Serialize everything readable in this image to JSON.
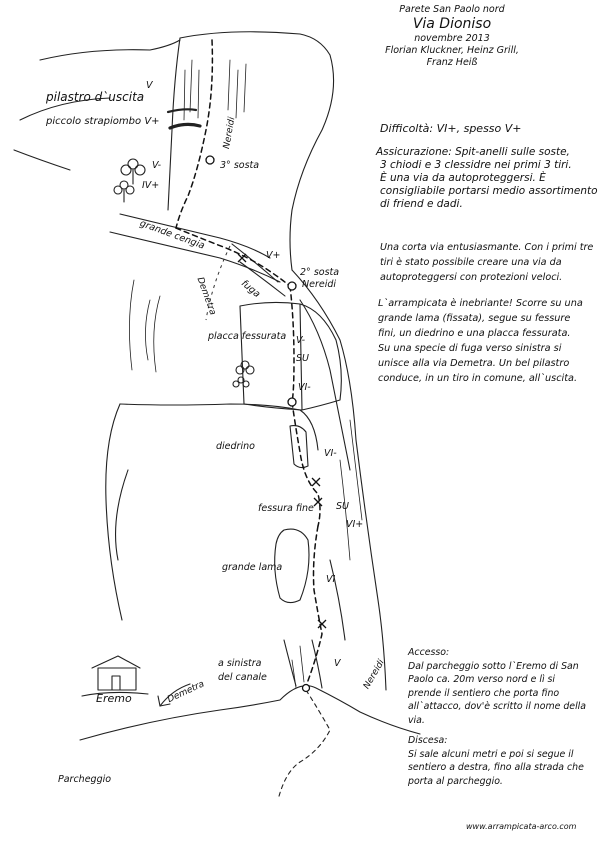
{
  "header": {
    "wall": "Parete San Paolo nord",
    "route_name": "Via Dioniso",
    "date": "novembre 2013",
    "authors_1": "Florian Kluckner, Heinz Grill,",
    "authors_2": "Franz Heiß"
  },
  "info": {
    "difficulty": "Difficoltà: VI+, spesso V+",
    "protection": [
      "Assicurazione: Spit-anelli sulle soste,",
      "3 chiodi e  3 clessidre nei primi 3 tiri.",
      "È una via da autoproteggersi. È",
      "consigliabile portarsi medio assortimento",
      "di friend  e dadi."
    ],
    "intro": [
      "Una corta via entusiasmante. Con i primi tre",
      "tiri è stato possibile creare una via da",
      "autoproteggersi con protezioni veloci."
    ],
    "description": [
      "L`arrampicata è inebriante! Scorre su una",
      "grande lama (fissata), segue su fessure",
      "fini, un diedrino e una placca fessurata.",
      "Su una specie di fuga verso sinistra si",
      "unisce alla via Demetra. Un bel pilastro",
      "conduce, in un tiro in comune, all`uscita."
    ],
    "access_title": "Accesso:",
    "access": [
      "Dal parcheggio sotto l`Eremo di San",
      "Paolo ca. 20m verso nord e lì si",
      "prende il sentiero che porta fino",
      "all`attacco, dov'è scritto il nome della",
      "via."
    ],
    "descent_title": "Discesa:",
    "descent": [
      "Si sale alcuni metri e poi si segue il",
      "sentiero a destra, fino alla strada che",
      "porta al parcheggio."
    ]
  },
  "topo_labels": {
    "pilastro_uscita": "pilastro d`uscita",
    "piccolo_strapiombo": "piccolo strapiombo V+",
    "grande_cengia": "grande cengia",
    "placca_fessurata": "placca fessurata",
    "diedrino": "diedrino",
    "fessura_fine": "fessura fine",
    "grande_lama": "grande lama",
    "a_sinistra_1": "a sinistra",
    "a_sinistra_2": "del canale",
    "parcheggio": "Parcheggio",
    "eremo": "Eremo",
    "sosta_3": "3° sosta",
    "sosta_2a": "2° sosta",
    "sosta_2b": "Nereidi",
    "fuga": "fuga",
    "nereidi_top": "Nereidi",
    "demetra_mid": "Demetra",
    "demetra_low": "Demetra",
    "nereidi_low": "Nereidi"
  },
  "grades": {
    "g_top_v": "V",
    "g_v_minus": "V-",
    "g_iv_plus": "IV+",
    "g_v_plus_cengia": "V+",
    "g_v_minus_placca": "V-",
    "g_su_placca": "SU",
    "g_vi_minus_placca": "VI-",
    "g_vi_minus_diedro": "VI-",
    "g_su_fessura": "SU",
    "g_vi_plus": "VI+",
    "g_vi_lama": "VI",
    "g_v_canale": "V"
  },
  "footer": {
    "website": "www.arrampicata-arco.com"
  }
}
